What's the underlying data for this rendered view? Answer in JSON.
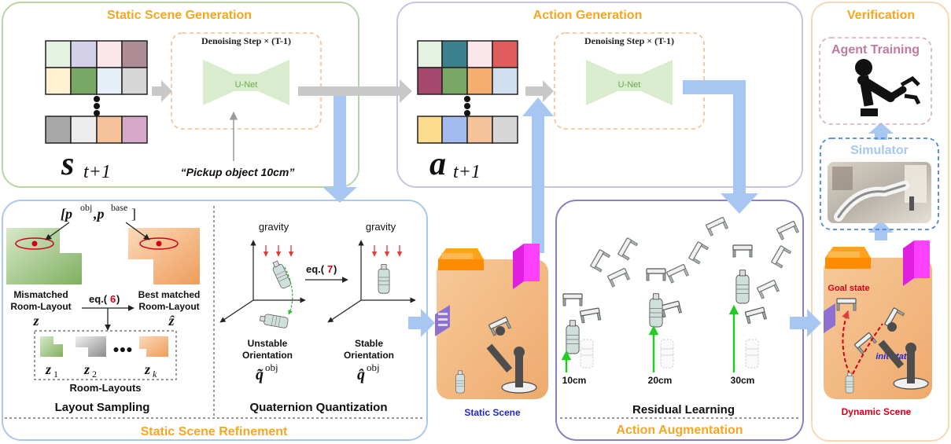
{
  "panels": {
    "static_scene_generation": "Static Scene Generation",
    "action_generation": "Action Generation",
    "verification": "Verification",
    "static_scene_refinement": "Static Scene Refinement",
    "action_augmentation": "Action Augmentation"
  },
  "denoising": {
    "label": "Denoising Step × (T-1)",
    "unet": "U-Net"
  },
  "prompt": "“Pickup object 10cm”",
  "symbols": {
    "s_base": "s",
    "s_sub": "t+1",
    "a_base": "a",
    "a_sub": "t+1"
  },
  "layout_sampling": {
    "positions": "[p",
    "p_obj_sup": "obj",
    "p_sep": ",p",
    "p_base_sup": "base",
    "close": "]",
    "mismatched_1": "Mismatched",
    "mismatched_2": "Room-Layout",
    "best_1": "Best matched",
    "best_2": "Room-Layout",
    "eq": "eq.(",
    "eq_num": "6",
    "eq_close": ")",
    "z": "z",
    "z_hat": "ẑ",
    "z1": "z",
    "z1_sub": "1",
    "z2": "z",
    "z2_sub": "2",
    "dots": "●●●",
    "zk": "z",
    "zk_sub": "k",
    "room_layouts": "Room-Layouts",
    "title": "Layout Sampling"
  },
  "quaternion": {
    "gravity": "gravity",
    "eq": "eq.(",
    "eq_num": "7",
    "eq_close": ")",
    "unstable_1": "Unstable",
    "unstable_2": "Orientation",
    "stable_1": "Stable",
    "stable_2": "Orientation",
    "q_tilde": "q̃",
    "q_hat": "q̂",
    "q_sup": "obj",
    "title": "Quaternion Quantization"
  },
  "static_scene_label": "Static Scene",
  "residual": {
    "d10": "10cm",
    "d20": "20cm",
    "d30": "30cm",
    "title": "Residual Learning"
  },
  "verification_items": {
    "agent_training": "Agent Training",
    "simulator": "Simulator",
    "goal_state": "Goal state",
    "init_state": "init state",
    "dynamic_scene": "Dynamic Scene"
  },
  "colors": {
    "green_panel": "#b9d5a6",
    "purple_panel": "#c9c3e3",
    "orange_title": "#f5a623",
    "blue_arrow": "#a8c6f2",
    "gray_arrow": "#c8c8c8",
    "unet_green": "#d9ecce",
    "room_orange": "#f1b47e",
    "magenta": "#ff2fff",
    "red": "#d0021b",
    "blue_text": "#1f24d6"
  }
}
